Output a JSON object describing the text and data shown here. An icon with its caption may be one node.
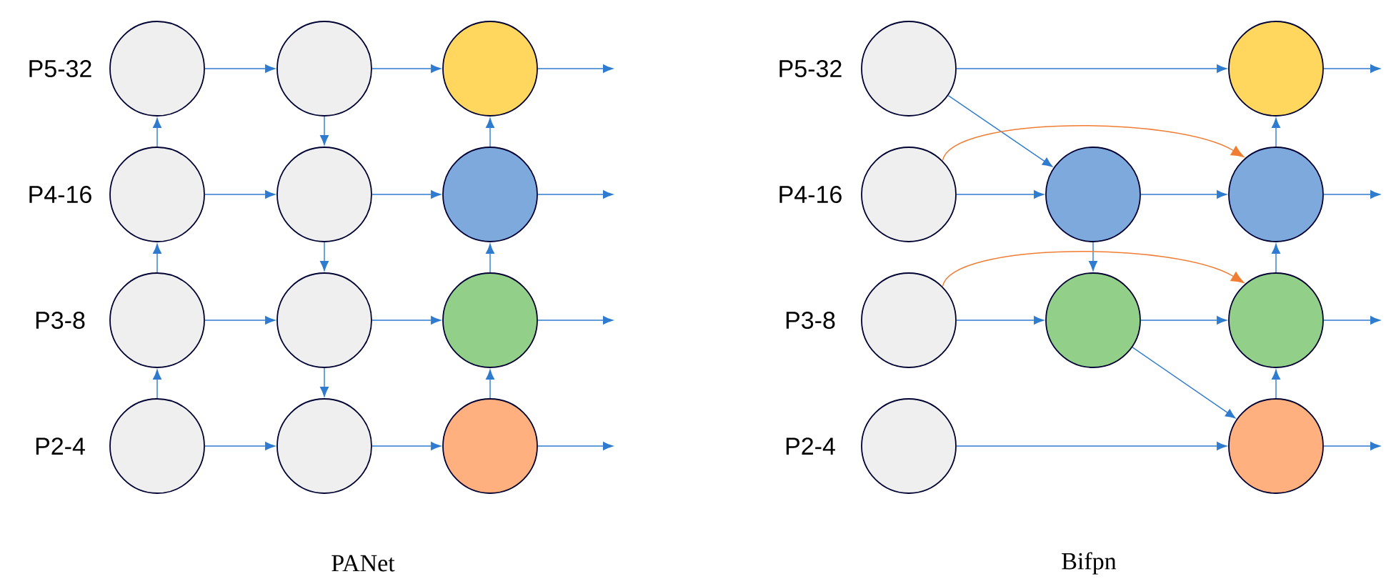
{
  "diagram": {
    "nodes": [
      {
        "text": [],
        "shape": "circle"
      },
      {
        "text": [],
        "shape": "circle"
      },
      {
        "text": [],
        "shape": "circle"
      },
      {
        "text": [],
        "shape": "circle"
      },
      {
        "text": [],
        "shape": "circle"
      },
      {
        "text": [],
        "shape": "circle"
      },
      {
        "text": [],
        "shape": "circle"
      },
      {
        "text": [],
        "shape": "circle"
      },
      {
        "text": [],
        "shape": "circle"
      },
      {
        "text": [],
        "shape": "circle"
      },
      {
        "text": [],
        "shape": "circle"
      },
      {
        "text": [],
        "shape": "circle"
      },
      {
        "text": [],
        "shape": "circle"
      },
      {
        "text": [],
        "shape": "circle"
      },
      {
        "text": [],
        "shape": "circle"
      },
      {
        "text": [],
        "shape": "circle"
      },
      {
        "text": [],
        "shape": "circle"
      },
      {
        "text": [],
        "shape": "circle"
      },
      {
        "text": [],
        "shape": "circle"
      },
      {
        "text": [],
        "shape": "circle"
      },
      {
        "text": [],
        "shape": "circle"
      },
      {
        "text": [],
        "shape": "circle"
      }
    ],
    "edges": [
      {
        "from": 0,
        "to": 1,
        "arrow": "to"
      },
      {
        "from": 1,
        "to": 2,
        "arrow": "to"
      },
      {
        "from": 2,
        "to": null,
        "arrow": "to"
      },
      {
        "from": 3,
        "to": 0,
        "arrow": "to"
      },
      {
        "from": 1,
        "to": 4,
        "arrow": "to"
      },
      {
        "from": 5,
        "to": 2,
        "arrow": "to"
      },
      {
        "from": 3,
        "to": 4,
        "arrow": "to"
      },
      {
        "from": 4,
        "to": 5,
        "arrow": "to"
      },
      {
        "from": 5,
        "to": null,
        "arrow": "to"
      },
      {
        "from": 6,
        "to": 3,
        "arrow": "to"
      },
      {
        "from": 4,
        "to": 7,
        "arrow": "to"
      },
      {
        "from": 8,
        "to": 5,
        "arrow": "to"
      },
      {
        "from": 6,
        "to": 7,
        "arrow": "to"
      },
      {
        "from": 7,
        "to": 8,
        "arrow": "to"
      },
      {
        "from": 8,
        "to": null,
        "arrow": "to"
      },
      {
        "from": 9,
        "to": 6,
        "arrow": "to"
      },
      {
        "from": 7,
        "to": 10,
        "arrow": "to"
      },
      {
        "from": 11,
        "to": 8,
        "arrow": "to"
      },
      {
        "from": 9,
        "to": 10,
        "arrow": "to"
      },
      {
        "from": 10,
        "to": 11,
        "arrow": "to"
      },
      {
        "from": 11,
        "to": null,
        "arrow": "to"
      },
      {
        "from": 12,
        "to": 13,
        "arrow": "to"
      },
      {
        "from": 13,
        "to": null,
        "arrow": "to"
      },
      {
        "from": 12,
        "to": 15,
        "arrow": "to"
      },
      {
        "from": 16,
        "to": 13,
        "arrow": "to"
      },
      {
        "from": 14,
        "to": 16,
        "arrow": "to",
        "color": "#f07d33"
      },
      {
        "from": 14,
        "to": 15,
        "arrow": "to"
      },
      {
        "from": 15,
        "to": 16,
        "arrow": "to"
      },
      {
        "from": 16,
        "to": null,
        "arrow": "to"
      },
      {
        "from": 15,
        "to": 18,
        "arrow": "to"
      },
      {
        "from": 19,
        "to": 16,
        "arrow": "to"
      },
      {
        "from": 17,
        "to": 19,
        "arrow": "to",
        "color": "#f07d33"
      },
      {
        "from": 17,
        "to": 18,
        "arrow": "to"
      },
      {
        "from": 18,
        "to": 19,
        "arrow": "to"
      },
      {
        "from": 19,
        "to": null,
        "arrow": "to"
      },
      {
        "from": 18,
        "to": 21,
        "arrow": "to"
      },
      {
        "from": 21,
        "to": 19,
        "arrow": "to"
      },
      {
        "from": 20,
        "to": 21,
        "arrow": "to"
      },
      {
        "from": 21,
        "to": null,
        "arrow": "to"
      }
    ],
    "labels": [
      "P5-32",
      "P4-16",
      "P3-8",
      "P2-4",
      "P5-32",
      "P4-16",
      "P3-8",
      "P2-4",
      "PANet",
      "Bifpn"
    ]
  }
}
